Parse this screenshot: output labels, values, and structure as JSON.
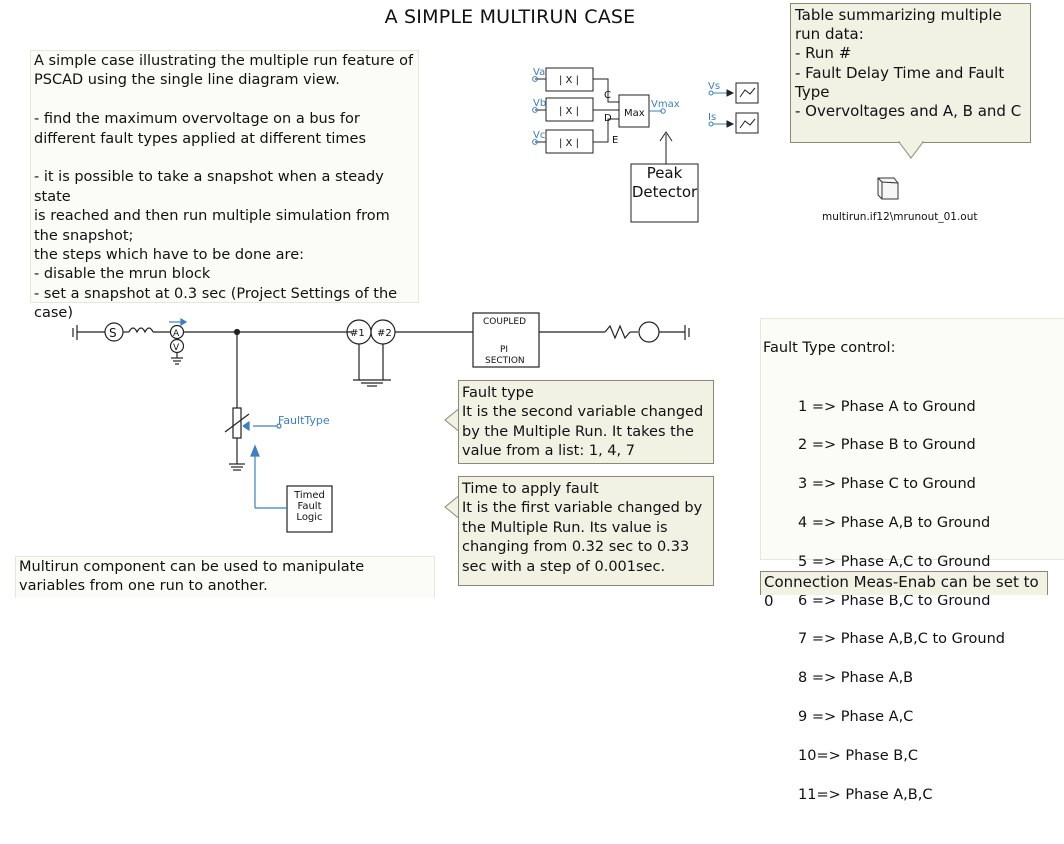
{
  "title": "A SIMPLE MULTIRUN CASE",
  "intro_note": "A simple case illustrating the multiple run feature of PSCAD using the single line diagram view.\n\n- find the maximum overvoltage on a bus for different fault types applied at different times\n\n- it is possible to take a snapshot  when a steady state\n  is reached and then run multiple simulation from the snapshot;\n  the steps which have to be done are:\n  - disable the mrun block\n  - set a snapshot at 0.3 sec (Project Settings of the case)",
  "peak_detector": {
    "inputs": [
      "Va",
      "Vb",
      "Vc"
    ],
    "abs_label": "| X |",
    "ports": [
      "C",
      "D",
      "E"
    ],
    "max_label": "Max",
    "output_label": "Vmax",
    "label": "Peak\nDetector"
  },
  "meters": [
    "Vs",
    "Is"
  ],
  "table_note": "Table summarizing multiple run data:\n- Run #\n- Fault Delay Time and Fault Type\n- Overvoltages and A, B and C",
  "file_label": "multirun.if12\\mrunout_01.out",
  "circuit": {
    "source_label": "S",
    "ammeter_label": "A",
    "voltmeter_label": "V",
    "transformer_w1": "#1",
    "transformer_w2": "#2",
    "pi_section_top": "COUPLED",
    "pi_section_mid": "PI",
    "pi_section_bot": "SECTION",
    "fault_signal": "FaultType",
    "timed_logic": "Timed\nFault\nLogic"
  },
  "fault_type_note": "Fault type\nIt is the second  variable changed by the Multiple Run. It takes the value from a list: 1, 4, 7",
  "time_note": "Time to apply fault\nIt is the first variable changed by the Multiple Run. Its value is changing from 0.32 sec to 0.33 sec with a step of 0.001sec.",
  "fault_control": {
    "heading": "Fault Type control:",
    "items": [
      "1 => Phase A to Ground",
      "2 => Phase B to Ground",
      "3 => Phase C to Ground",
      "4 => Phase A,B to Ground",
      "5 => Phase A,C to Ground",
      "6 => Phase B,C to Ground",
      "7 => Phase A,B,C to Ground",
      "8 => Phase A,B",
      "9 => Phase A,C",
      "10=> Phase B,C",
      "11=> Phase A,B,C"
    ]
  },
  "multirun_note": "Multirun component can be used to manipulate variables from one run to another.",
  "connection_note": "Connection  Meas-Enab can be set to 0",
  "colors": {
    "signal_blue": "#3b7fc4",
    "callout_fill": "#f2f2e4",
    "callout_border": "#8a8a72"
  }
}
